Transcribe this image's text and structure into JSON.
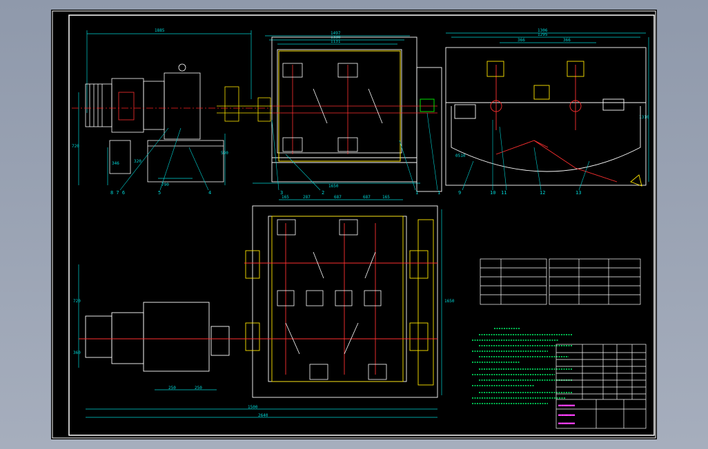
{
  "front_dims": [
    "1885",
    "1497",
    "1330",
    "1131",
    "720",
    "590",
    "790",
    "1650",
    "346",
    "320"
  ],
  "front_balloons": [
    "8 7 6",
    "5",
    "4",
    "3",
    "2",
    "1",
    "1"
  ],
  "side_dims": [
    "1306",
    "1295",
    "366",
    "366",
    "1310",
    "0510"
  ],
  "side_balloons": [
    "9",
    "10",
    "11",
    "12",
    "13"
  ],
  "plan_dims": [
    "165",
    "287",
    "687",
    "687",
    "165",
    "720",
    "360",
    "250",
    "250",
    "1500",
    "2640",
    "1650"
  ],
  "tables": {
    "left_heading": "",
    "right_heading": ""
  },
  "tech_left": [
    [
      "",
      ""
    ],
    [
      "",
      ""
    ],
    [
      "",
      ""
    ],
    [
      "",
      ""
    ],
    [
      "",
      ""
    ]
  ],
  "tech_right": [
    [
      "",
      "",
      ""
    ],
    [
      "",
      "",
      ""
    ],
    [
      "",
      "",
      ""
    ],
    [
      "",
      "",
      ""
    ],
    [
      "",
      "",
      ""
    ]
  ],
  "notes": {
    "heading": ""
  }
}
